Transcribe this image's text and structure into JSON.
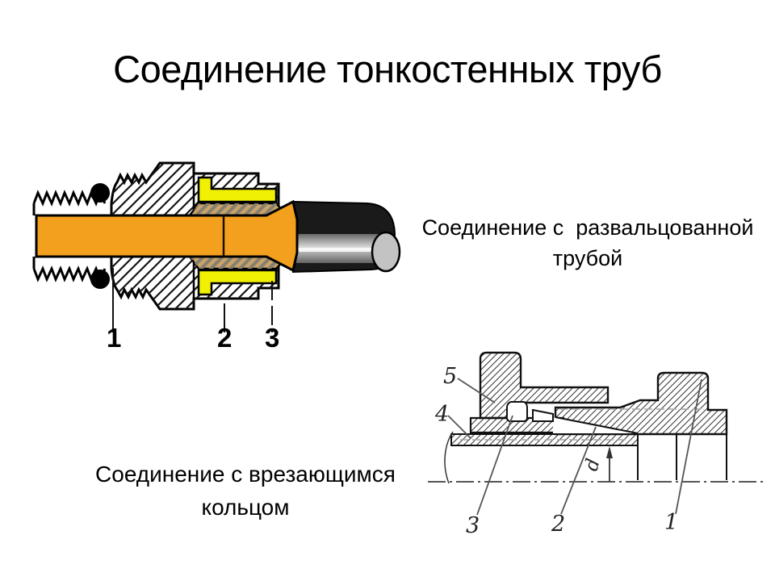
{
  "slide": {
    "title": "Соединение тонкостенных труб",
    "background": "#ffffff"
  },
  "flared_connection": {
    "caption_line1": "Соединение с  развальцованной",
    "caption_line2": "трубой",
    "part_labels": [
      "1",
      "2",
      "3"
    ],
    "colors": {
      "tube": "#f4a01f",
      "nut_highlight": "#f0f004",
      "sleeve": "#c9a36a",
      "hose": "#1a1a1a",
      "hose_cap": "#c3c3c3"
    }
  },
  "cutting_ring_connection": {
    "caption_line1": "Соединение с врезающимся",
    "caption_line2": "кольцом",
    "part_labels": [
      "5",
      "4",
      "3",
      "2",
      "1"
    ],
    "dimension_label": "d"
  }
}
